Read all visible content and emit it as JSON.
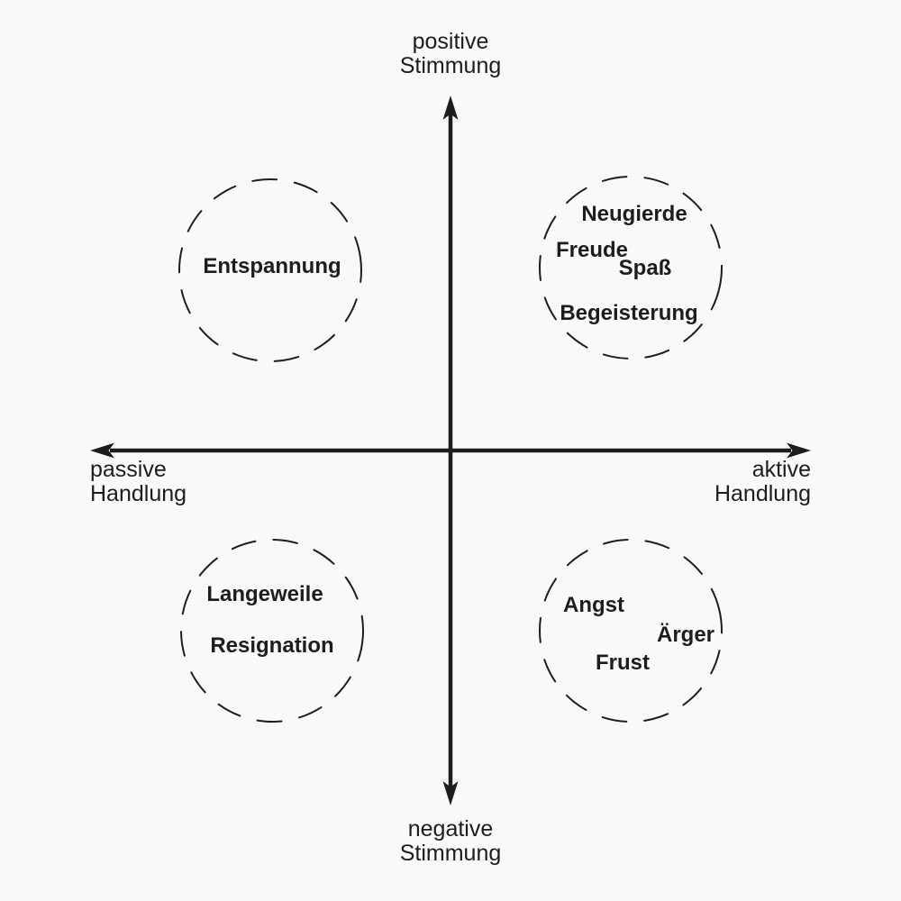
{
  "colors": {
    "background": "#f9f9f9",
    "ink": "#1d1d1b"
  },
  "axes": {
    "top": {
      "line1": "positive",
      "line2": "Stimmung"
    },
    "bottom": {
      "line1": "negative",
      "line2": "Stimmung"
    },
    "left": {
      "line1": "passive",
      "line2": "Handlung"
    },
    "right": {
      "line1": "aktive",
      "line2": "Handlung"
    }
  },
  "quadrants": [
    {
      "id": "top-left",
      "emotions": [
        "Entspannung"
      ]
    },
    {
      "id": "top-right",
      "emotions": [
        "Neugierde",
        "Freude",
        "Spaß",
        "Begeisterung"
      ]
    },
    {
      "id": "bottom-left",
      "emotions": [
        "Langeweile",
        "Resignation"
      ]
    },
    {
      "id": "bottom-right",
      "emotions": [
        "Angst",
        "Ärger",
        "Frust"
      ]
    }
  ]
}
